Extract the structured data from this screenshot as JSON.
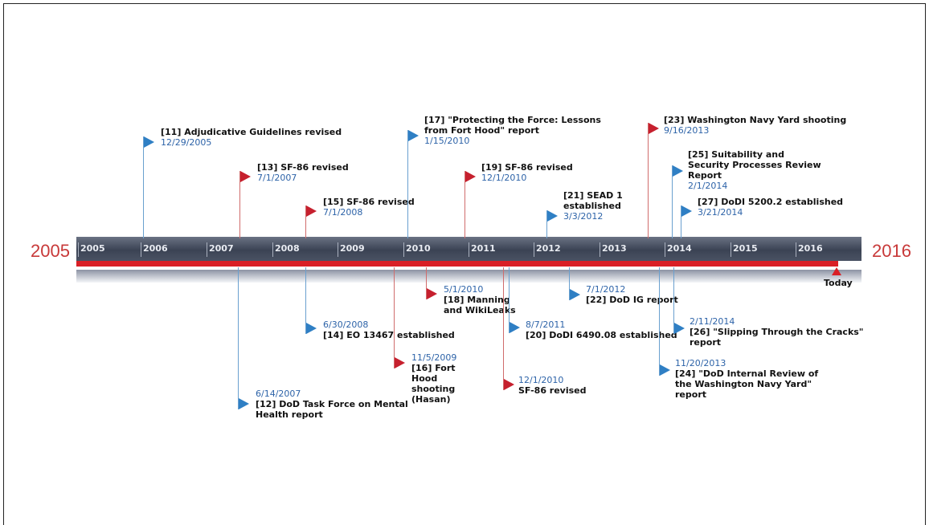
{
  "start_year": "2005",
  "end_year": "2016",
  "axis_years": [
    "2005",
    "2006",
    "2007",
    "2008",
    "2009",
    "2010",
    "2011",
    "2012",
    "2013",
    "2014",
    "2015",
    "2016"
  ],
  "today_label": "Today",
  "colors": {
    "bar": "#3b4354",
    "red": "#d91f26",
    "blue_flag": "#2f7fc4",
    "red_flag": "#c6202e",
    "date": "#2d63a8"
  },
  "events_above": [
    {
      "title": "[11] Adjudicative Guidelines revised",
      "date": "12/29/2005",
      "flag": "blue"
    },
    {
      "title": "[13] SF-86 revised",
      "date": "7/1/2007",
      "flag": "red"
    },
    {
      "title": "[15] SF-86 revised",
      "date": "7/1/2008",
      "flag": "red"
    },
    {
      "title": "[17] \"Protecting the Force: Lessons from Fort Hood\" report",
      "date": "1/15/2010",
      "flag": "blue"
    },
    {
      "title": "[19] SF-86 revised",
      "date": "12/1/2010",
      "flag": "red"
    },
    {
      "title": "[21] SEAD 1 established",
      "date": "3/3/2012",
      "flag": "blue"
    },
    {
      "title": "[23] Washington Navy Yard shooting",
      "date": "9/16/2013",
      "flag": "red"
    },
    {
      "title": "[25] Suitability and Security Processes Review Report",
      "date": "2/1/2014",
      "flag": "blue"
    },
    {
      "title": "[27] DoDI 5200.2 established",
      "date": "3/21/2014",
      "flag": "blue"
    }
  ],
  "events_below": [
    {
      "title": "[12] DoD Task Force on Mental Health report",
      "date": "6/14/2007",
      "flag": "blue"
    },
    {
      "title": "[14] EO 13467 established",
      "date": "6/30/2008",
      "flag": "blue"
    },
    {
      "title": "[16] Fort Hood shooting (Hasan)",
      "date": "11/5/2009",
      "flag": "red"
    },
    {
      "title": "[18] Manning and WikiLeaks",
      "date": "5/1/2010",
      "flag": "red"
    },
    {
      "title": "SF-86 revised",
      "date": "12/1/2010",
      "flag": "red"
    },
    {
      "title": "[20] DoDI 6490.08 established",
      "date": "8/7/2011",
      "flag": "blue"
    },
    {
      "title": "[22] DoD IG report",
      "date": "7/1/2012",
      "flag": "blue"
    },
    {
      "title": "[24] \"DoD Internal Review of the Washington Navy Yard\" report",
      "date": "11/20/2013",
      "flag": "blue"
    },
    {
      "title": "[26] \"Slipping Through the Cracks\" report",
      "date": "2/11/2014",
      "flag": "blue"
    }
  ]
}
